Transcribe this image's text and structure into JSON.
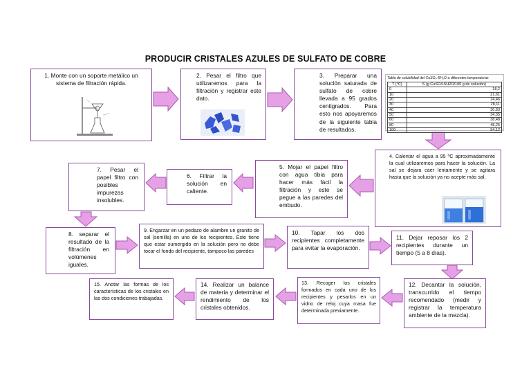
{
  "title": "PRODUCIR CRISTALES AZULES DE SULFATO DE COBRE",
  "steps": {
    "s1": "1.    Monte con un soporte metálico un sistema de filtración rápida.",
    "s2": "2.  Pesar el filtro que utilizaremos para la filtración y registrar este dato.",
    "s3": "3.   Preparar una solución saturada de sulfato de cobre llevada a 95 grados centigrados. Para esto nos apoyaremos de la siguiente tabla de resultados.",
    "s4": "4.  Calentar el agua a 95 ºC aproximadamente la cual utilizaremos para hacer la solución. La sal se dejara caer lentamente y se agitara hasta que la solución ya no acepte más sal.",
    "s5": "5.   Mojar el papel filtro con agua tibia para hacer más fácil la filtración y este se pegue a las paredes del embudo.",
    "s6": "6.   Filtrar la solución en caliente.",
    "s7": "7.  Pesar el papel filtro con posibles impurezas insolubles.",
    "s8": "8.   separar el resultado de la filtración en volúmenes iguales.",
    "s9": "9. Engarzar en un pedazo de alambre un granito de sal (semilla) en uno de los recipientes. Este tiene que estar sumergido en la solución pero no debe tocar el fondo del recipiente, tampoco las paredes",
    "s10": "10.   Tapar los dos recipientes completamente para evitar la evaporación.",
    "s11": "11.  Dejar reposar los 2 recipientes durante un tiempo (5 a 8 días).",
    "s12": "12. Decantar la solución, transcurrido el tiempo recomendado (medir y registrar la temperatura ambiente de la mezcla).",
    "s13": "13. Recoger los cristales formados en cada uno de los recipientes y pesarlos en un vidrio de reloj cuya masa fue determinada previamente.",
    "s14": "14. Realizar un balance de materia y determinar el rendimiento de los cristales obtenidos.",
    "s15": "15. Anotar las formas de los características de los cristales en las dos condiciones trabajadas."
  },
  "table": {
    "caption": "Tabla de solubilidad del CuSO₄·5H₂O a diferentes temperaturas",
    "headers": [
      "T (°C)",
      "S (g CuSO4·5H2O/100 g de solución)"
    ],
    "rows": [
      [
        "0",
        "18,2"
      ],
      [
        "10",
        "21,61"
      ],
      [
        "20",
        "24,46"
      ],
      [
        "30",
        "28,11"
      ],
      [
        "40",
        "30,83"
      ],
      [
        "50",
        "34,35"
      ],
      [
        "60",
        "38,48"
      ],
      [
        "80",
        "48,25"
      ],
      [
        "100",
        "54,12"
      ]
    ]
  },
  "colors": {
    "arrow_fill": "#e6a0e6",
    "box_border": "#8a4a9b",
    "crystal": "#3a5bd6"
  }
}
